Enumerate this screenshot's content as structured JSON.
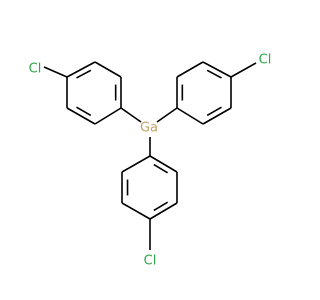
{
  "molecule": {
    "atoms": [
      {
        "id": "ga",
        "label": "Ga"
      },
      {
        "id": "cl1",
        "label": "Cl"
      },
      {
        "id": "cl2",
        "label": "Cl"
      },
      {
        "id": "cl3",
        "label": "Cl"
      }
    ]
  },
  "colors": {
    "Ga": "#C2A06B",
    "Cl": "#2EA84A",
    "bond": "#000000"
  }
}
